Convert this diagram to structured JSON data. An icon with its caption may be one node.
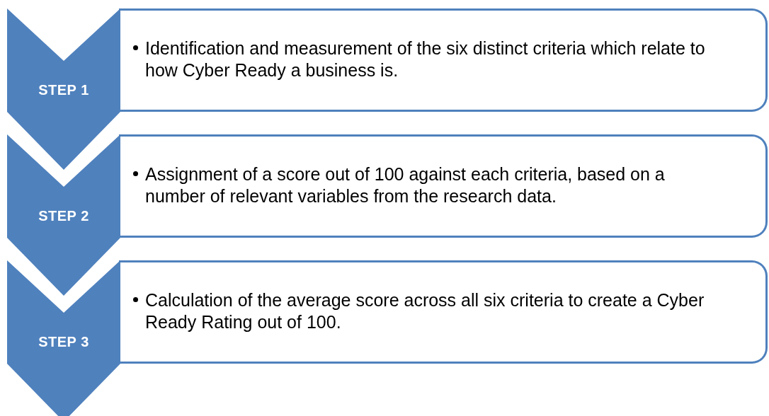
{
  "diagram": {
    "nodes": [
      {
        "text": [
          "STEP 1"
        ]
      },
      {
        "text": [
          "Identification and measurement of the six distinct criteria which relate to how Cyber Ready a business is."
        ]
      },
      {
        "text": [
          "STEP 2"
        ]
      },
      {
        "text": [
          "Assignment of a score out of 100 against each criteria, based on a number of relevant variables from the research data."
        ]
      },
      {
        "text": [
          "STEP 3"
        ]
      },
      {
        "text": [
          "Calculation of the average score across all six criteria to create a Cyber Ready Rating out of 100."
        ]
      }
    ]
  }
}
